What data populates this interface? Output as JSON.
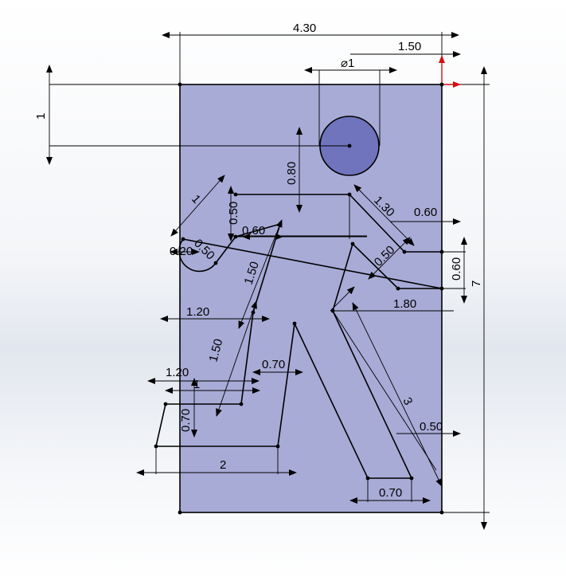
{
  "colors": {
    "plate_fill": "#a8abd6",
    "hole_fill": "#6f74bd",
    "outline": "#000000",
    "origin_x": "#d01010",
    "origin_y": "#d01010"
  },
  "dimensions": {
    "overall_width": "4.30",
    "top_right_offset": "1.50",
    "hole_diameter": "⌀1",
    "left_vertical": "1",
    "hole_to_shoulder": "0.80",
    "arm_upper": "1.30",
    "arm_right_width": "0.60",
    "arm_lower": "0.50",
    "arm_right_height": "0.60",
    "right_leg_reach": "1.80",
    "left_arm_length": "1",
    "left_hand_height": "0.50",
    "left_hand_gap": "0.20",
    "left_hand_radius": "0.50",
    "shoulder_width": "0.60",
    "torso_upper": "1.50",
    "torso_left": "1.20",
    "thigh_left": "1.50",
    "crotch_width": "0.70",
    "foot_left_width": "1.20",
    "foot_left_step": "1",
    "foot_left_height": "0.70",
    "foot_left_base": "2",
    "right_leg_length": "3",
    "right_foot_offset": "0.50",
    "right_foot_width": "0.70",
    "overall_height": "7"
  }
}
